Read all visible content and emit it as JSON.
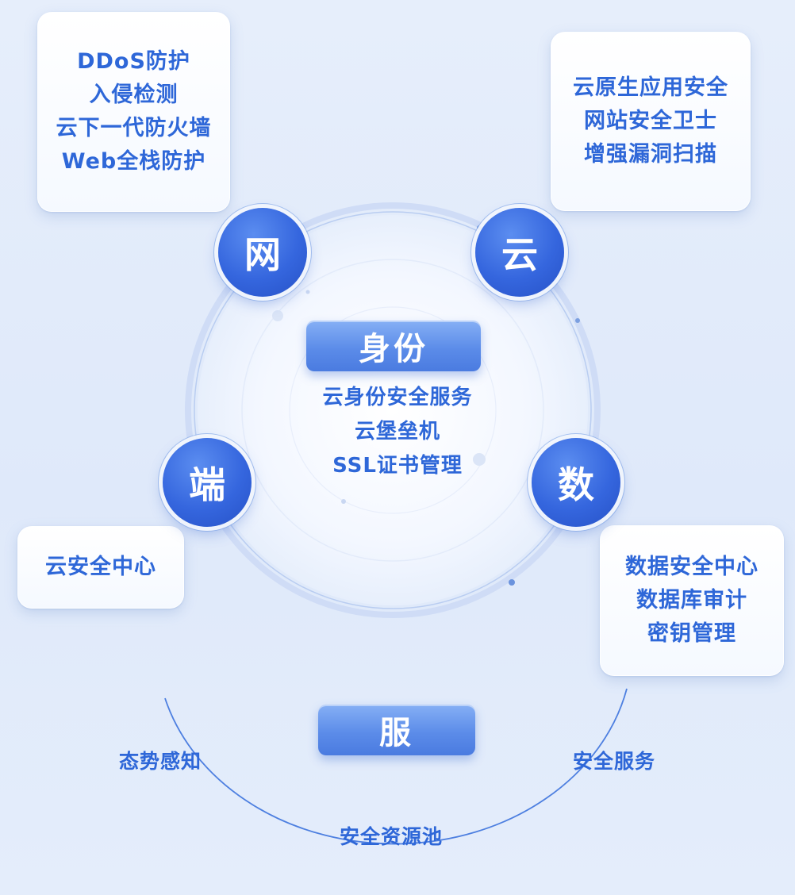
{
  "cards": {
    "net": [
      "DDoS防护",
      "入侵检测",
      "云下一代防火墙",
      "Web全栈防护"
    ],
    "cloud": [
      "云原生应用安全",
      "网站安全卫士",
      "增强漏洞扫描"
    ],
    "end": [
      "云安全中心"
    ],
    "data": [
      "数据安全中心",
      "数据库审计",
      "密钥管理"
    ]
  },
  "nodes": {
    "net": "网",
    "cloud": "云",
    "end": "端",
    "data": "数"
  },
  "identity": {
    "title": "身份",
    "items": [
      "云身份安全服务",
      "云堡垒机",
      "SSL证书管理"
    ]
  },
  "service": {
    "title": "服",
    "labels": {
      "situation": "态势感知",
      "security_service": "安全服务",
      "resource_pool": "安全资源池"
    }
  },
  "colors": {
    "accent_text": "#2e67d8",
    "node_blue": "#3566de",
    "pill_blue": "#5c8ce9"
  }
}
